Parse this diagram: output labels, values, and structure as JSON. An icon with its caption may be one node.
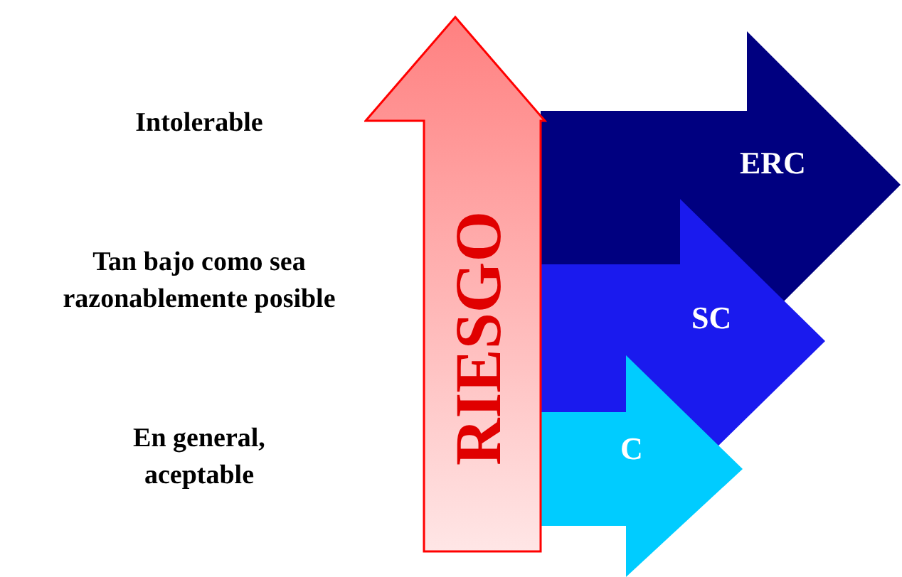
{
  "diagram": {
    "nodes": [
      {
        "text": [
          "RIESGO"
        ]
      },
      {
        "text": [
          "ERC"
        ]
      },
      {
        "text": [
          "SC"
        ]
      },
      {
        "text": [
          "C"
        ]
      }
    ],
    "labels": [
      "Intolerable",
      "Tan bajo como sea razonablemente posible",
      "En general, aceptable"
    ]
  }
}
